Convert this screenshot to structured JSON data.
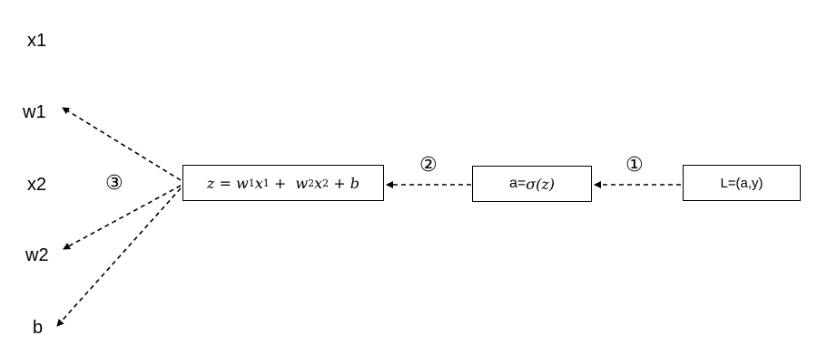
{
  "variables": {
    "x1": "x1",
    "w1": "w1",
    "x2": "x2",
    "w2": "w2",
    "b": "b"
  },
  "steps": {
    "step1": "①",
    "step2": "②",
    "step3": "③"
  },
  "nodes": {
    "z": {
      "lhs": "z",
      "eq": "=",
      "w1": "w",
      "w1_sub": "1",
      "x1": "x",
      "x1_sub": "1",
      "plus1": "+",
      "w2": "w",
      "w2_sub": "2",
      "x2": "x",
      "x2_sub": "2",
      "plus2": "+",
      "b": "b"
    },
    "a": {
      "prefix": "a=",
      "func": "σ(z)"
    },
    "loss": {
      "label": "L=(a,y)"
    }
  },
  "style": {
    "line_color": "#000000",
    "background": "#ffffff"
  }
}
